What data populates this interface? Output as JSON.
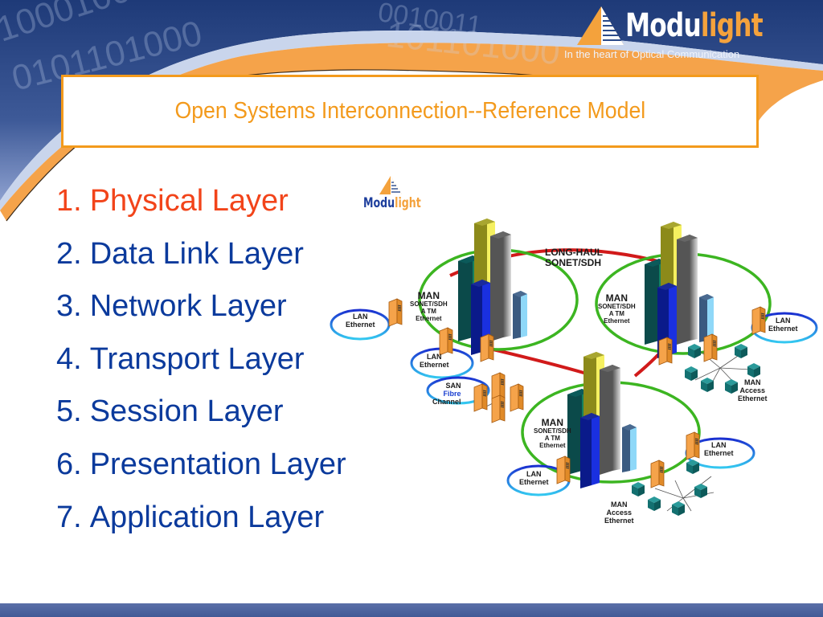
{
  "header": {
    "brand": {
      "name_part1": "Modu",
      "name_part2": "light",
      "tagline": "In the heart of Optical Communication"
    },
    "background_digits": [
      "1000100",
      "0101101000",
      "0010011",
      "101101000"
    ]
  },
  "slide": {
    "title": "Open Systems Interconnection--Reference Model",
    "layers": [
      {
        "number": "1.",
        "label": "Physical Layer",
        "highlighted": true
      },
      {
        "number": "2.",
        "label": "Data Link Layer",
        "highlighted": false
      },
      {
        "number": "3.",
        "label": "Network Layer",
        "highlighted": false
      },
      {
        "number": "4.",
        "label": "Transport Layer",
        "highlighted": false
      },
      {
        "number": "5.",
        "label": "Session Layer",
        "highlighted": false
      },
      {
        "number": "6.",
        "label": "Presentation Layer",
        "highlighted": false
      },
      {
        "number": "7.",
        "label": "Application Layer",
        "highlighted": false
      }
    ],
    "inline_logo": {
      "name_part1": "Modu",
      "name_part2": "light"
    }
  },
  "diagram": {
    "long_haul": {
      "line1": "LONG-HAUL",
      "line2": "SONET/SDH"
    },
    "man_left": {
      "title": "MAN",
      "l1": "SONET/SDH",
      "l2": "A TM",
      "l3": "Ethernet"
    },
    "man_right": {
      "title": "MAN",
      "l1": "SONET/SDH",
      "l2": "A TM",
      "l3": "Ethernet"
    },
    "man_bottom": {
      "title": "MAN",
      "l1": "SONET/SDH",
      "l2": "A TM",
      "l3": "Ethernet"
    },
    "lan_left": {
      "l1": "LAN",
      "l2": "Ethernet"
    },
    "lan_left_lower": {
      "l1": "LAN",
      "l2": "Ethernet"
    },
    "lan_right": {
      "l1": "LAN",
      "l2": "Ethernet"
    },
    "lan_bottom_right": {
      "l1": "LAN",
      "l2": "Ethernet"
    },
    "lan_bottom_left": {
      "l1": "LAN",
      "l2": "Ethernet"
    },
    "san": {
      "l1": "SAN",
      "l2": "Fibre",
      "l3": "Channel"
    },
    "access_right": {
      "l1": "MAN",
      "l2": "Access",
      "l3": "Ethernet"
    },
    "access_bottom": {
      "l1": "MAN",
      "l2": "Access",
      "l3": "Ethernet"
    },
    "colors": {
      "long_haul_ring": "#d11a1a",
      "man_ring": "#3cb521",
      "lan_ring": "#1f3fd0",
      "server": "#f5a34a",
      "access_node": "#1b7a7a"
    }
  },
  "theme": {
    "title_color": "#f39a1c",
    "active_layer_color": "#f2441a",
    "layer_color": "#0b3a9c",
    "header_blue": "#2a4a8a",
    "footer_blue": "#4a62a0"
  }
}
